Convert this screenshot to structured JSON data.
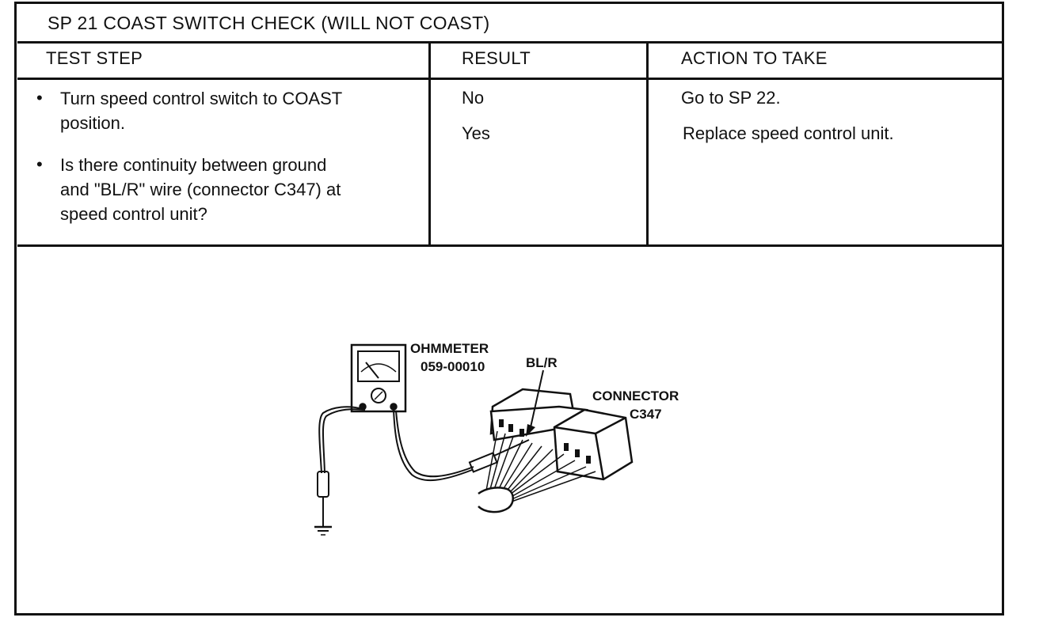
{
  "card": {
    "title": "SP 21 COAST SWITCH CHECK (WILL NOT COAST)",
    "headers": {
      "test_step": "TEST STEP",
      "result": "RESULT",
      "action": "ACTION TO TAKE"
    },
    "test_steps": [
      {
        "bullet": "•",
        "lines": [
          "Turn speed control switch to COAST",
          "position."
        ]
      },
      {
        "bullet": "•",
        "lines": [
          "Is there continuity between ground",
          "and \"BL/R\" wire (connector C347) at",
          "speed control unit?"
        ]
      }
    ],
    "results": [
      "No",
      "Yes"
    ],
    "actions": [
      "Go to SP 22.",
      "Replace speed control unit."
    ]
  },
  "diagram": {
    "ohmmeter_label": "OHMMETER",
    "ohmmeter_part": "059-00010",
    "wire_label": "BL/R",
    "connector_label": "CONNECTOR",
    "connector_id": "C347"
  }
}
